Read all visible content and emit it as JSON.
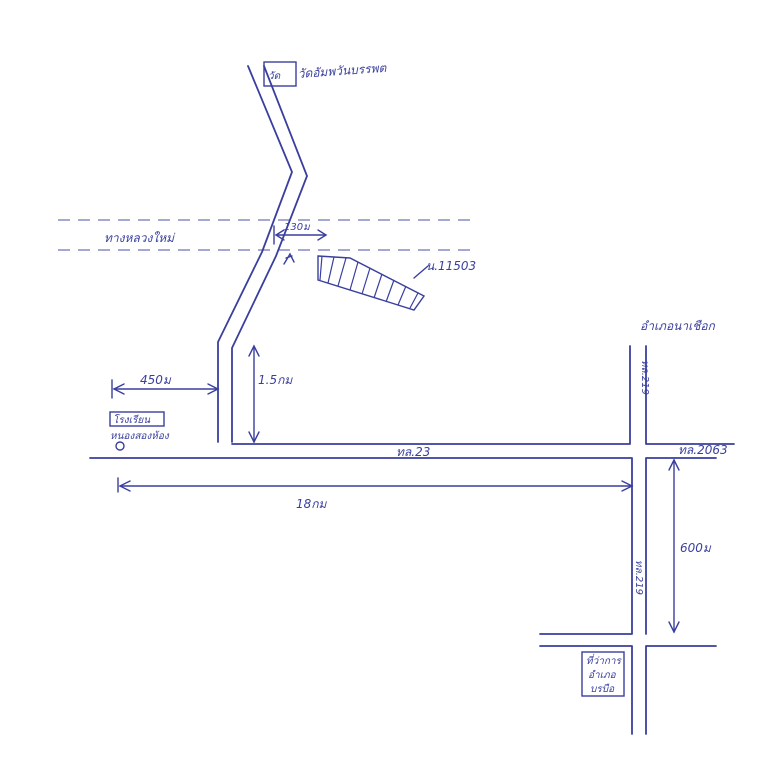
{
  "temple_label": "วัดอัมพวันบรรพต",
  "temple_box_label": "วัด",
  "new_highway_label": "ทางหลวงใหม่",
  "distance_to_highway": "130ม",
  "plot_label": "น.11503",
  "side_road_distance": "1.5กม",
  "left_offset_distance": "450ม",
  "school_label_line1": "โรงเรียน",
  "school_label_line2": "หนองสองห้อง",
  "main_road_label": "ทล.23",
  "right_road_label": "ทล.2063",
  "main_distance": "18กม",
  "north_destination": "อำเภอนาเชือก",
  "north_road_label": "ทล.219",
  "south_road_label": "ทล.219",
  "south_distance": "600ม",
  "office_label_line1": "ที่ว่าการ",
  "office_label_line2": "อำเภอ",
  "office_label_line3": "บรบือ",
  "ink_color": "#3a3f9e"
}
